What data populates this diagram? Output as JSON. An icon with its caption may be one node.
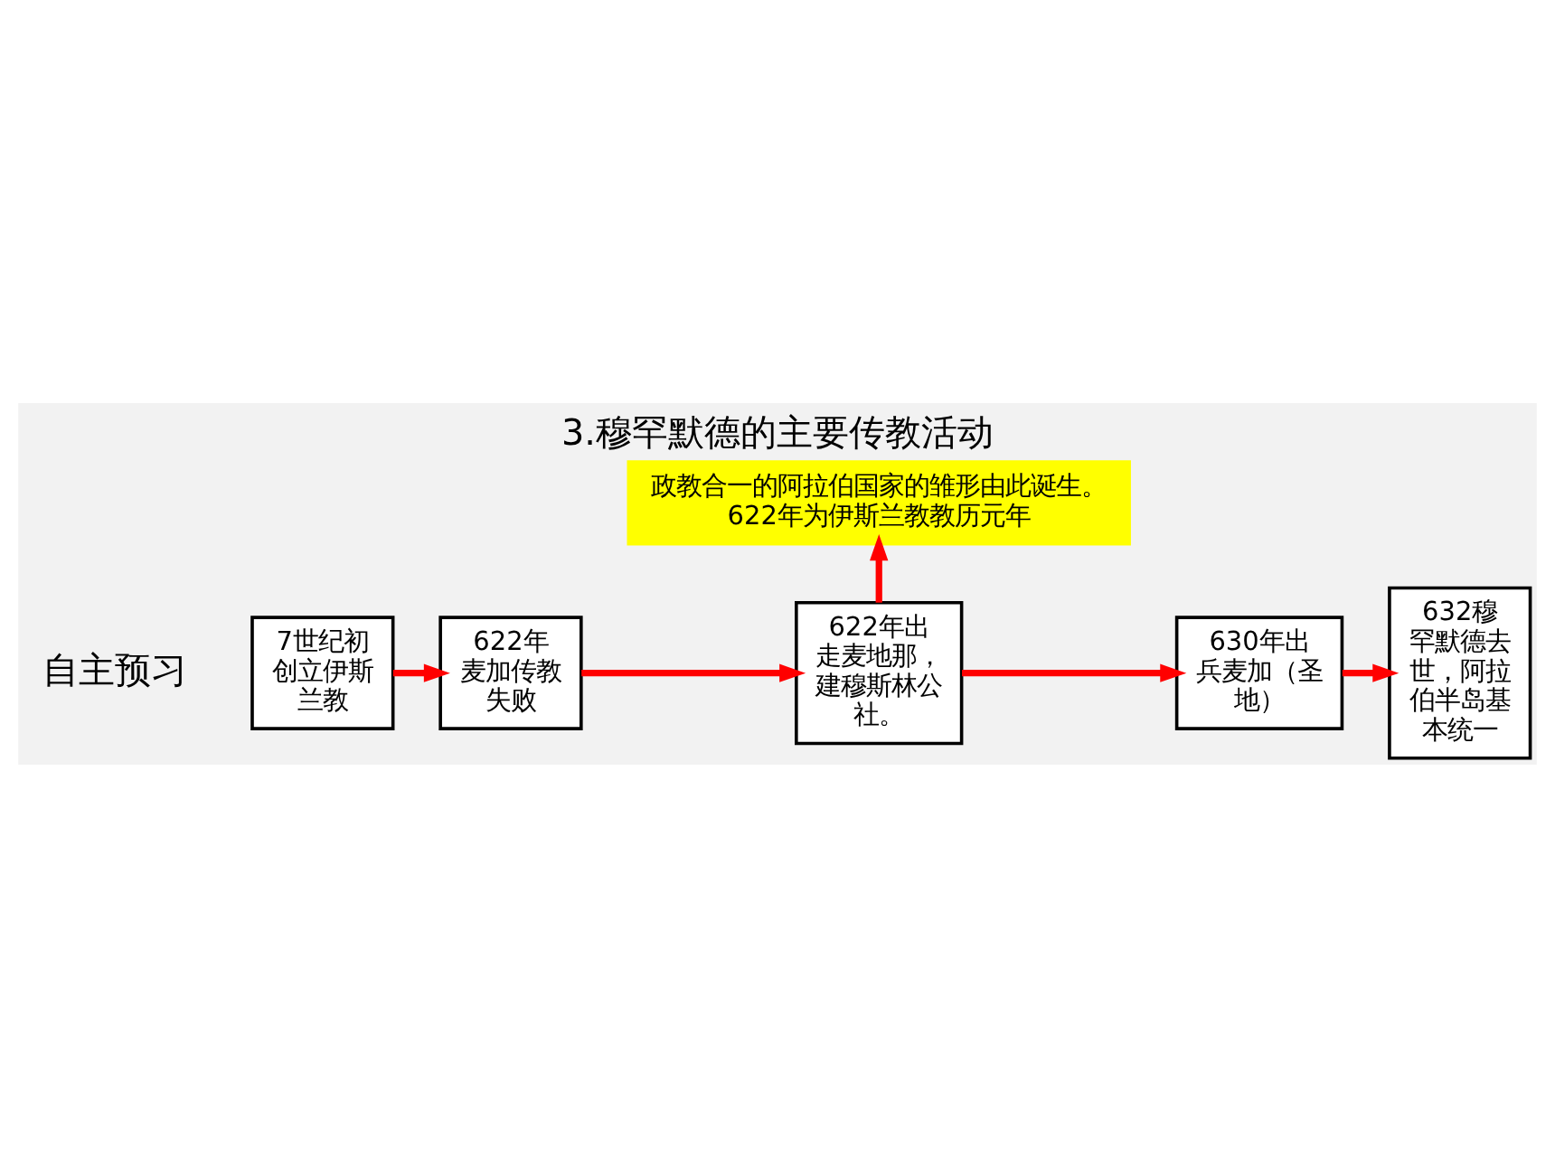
{
  "diagram": {
    "title": "3.穆罕默德的主要传教活动",
    "nodes": [
      {
        "text": [
          "7世纪初创立伊斯兰教"
        ]
      },
      {
        "text": [
          "622年麦加传教失败"
        ]
      },
      {
        "text": [
          "622年出走麦地那，建穆斯林公社。"
        ]
      },
      {
        "text": [
          "630年出兵麦加（圣地）"
        ]
      },
      {
        "text": [
          "632穆罕默德去世，阿拉伯半岛基本统一"
        ]
      },
      {
        "text": [
          "政教合一的阿拉伯国家的雏形由此诞生。",
          "622年为伊斯兰教教历元年"
        ]
      }
    ],
    "edges": [
      {
        "from": 0,
        "to": 1,
        "arrow": "to"
      },
      {
        "from": 1,
        "to": 2,
        "arrow": "to"
      },
      {
        "from": 2,
        "to": 3,
        "arrow": "to"
      },
      {
        "from": 3,
        "to": 4,
        "arrow": "to"
      },
      {
        "from": 2,
        "to": 5,
        "arrow": "to"
      }
    ],
    "labels": [
      "自主预习"
    ]
  }
}
